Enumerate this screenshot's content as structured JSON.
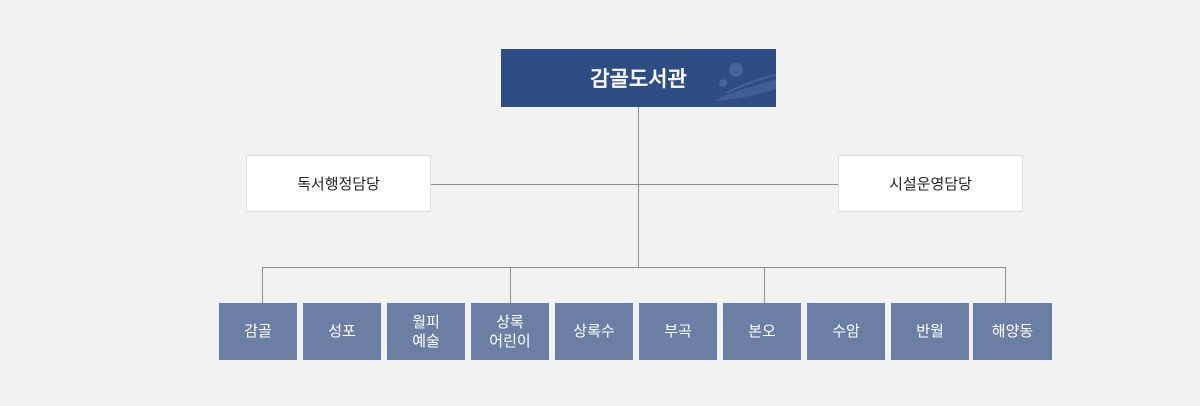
{
  "org": {
    "root": "감골도서관",
    "departments": {
      "left": "독서행정담당",
      "right": "시설운영담당"
    },
    "branches": [
      "감골",
      "성포",
      "월피\n예술",
      "상록\n어린이",
      "상록수",
      "부곡",
      "본오",
      "수암",
      "반월",
      "해양동"
    ]
  },
  "colors": {
    "root_bg": "#2e4d84",
    "branch_bg": "#6a7fa3",
    "line": "#8f8f8f",
    "page_bg": "#f2f2f2"
  }
}
